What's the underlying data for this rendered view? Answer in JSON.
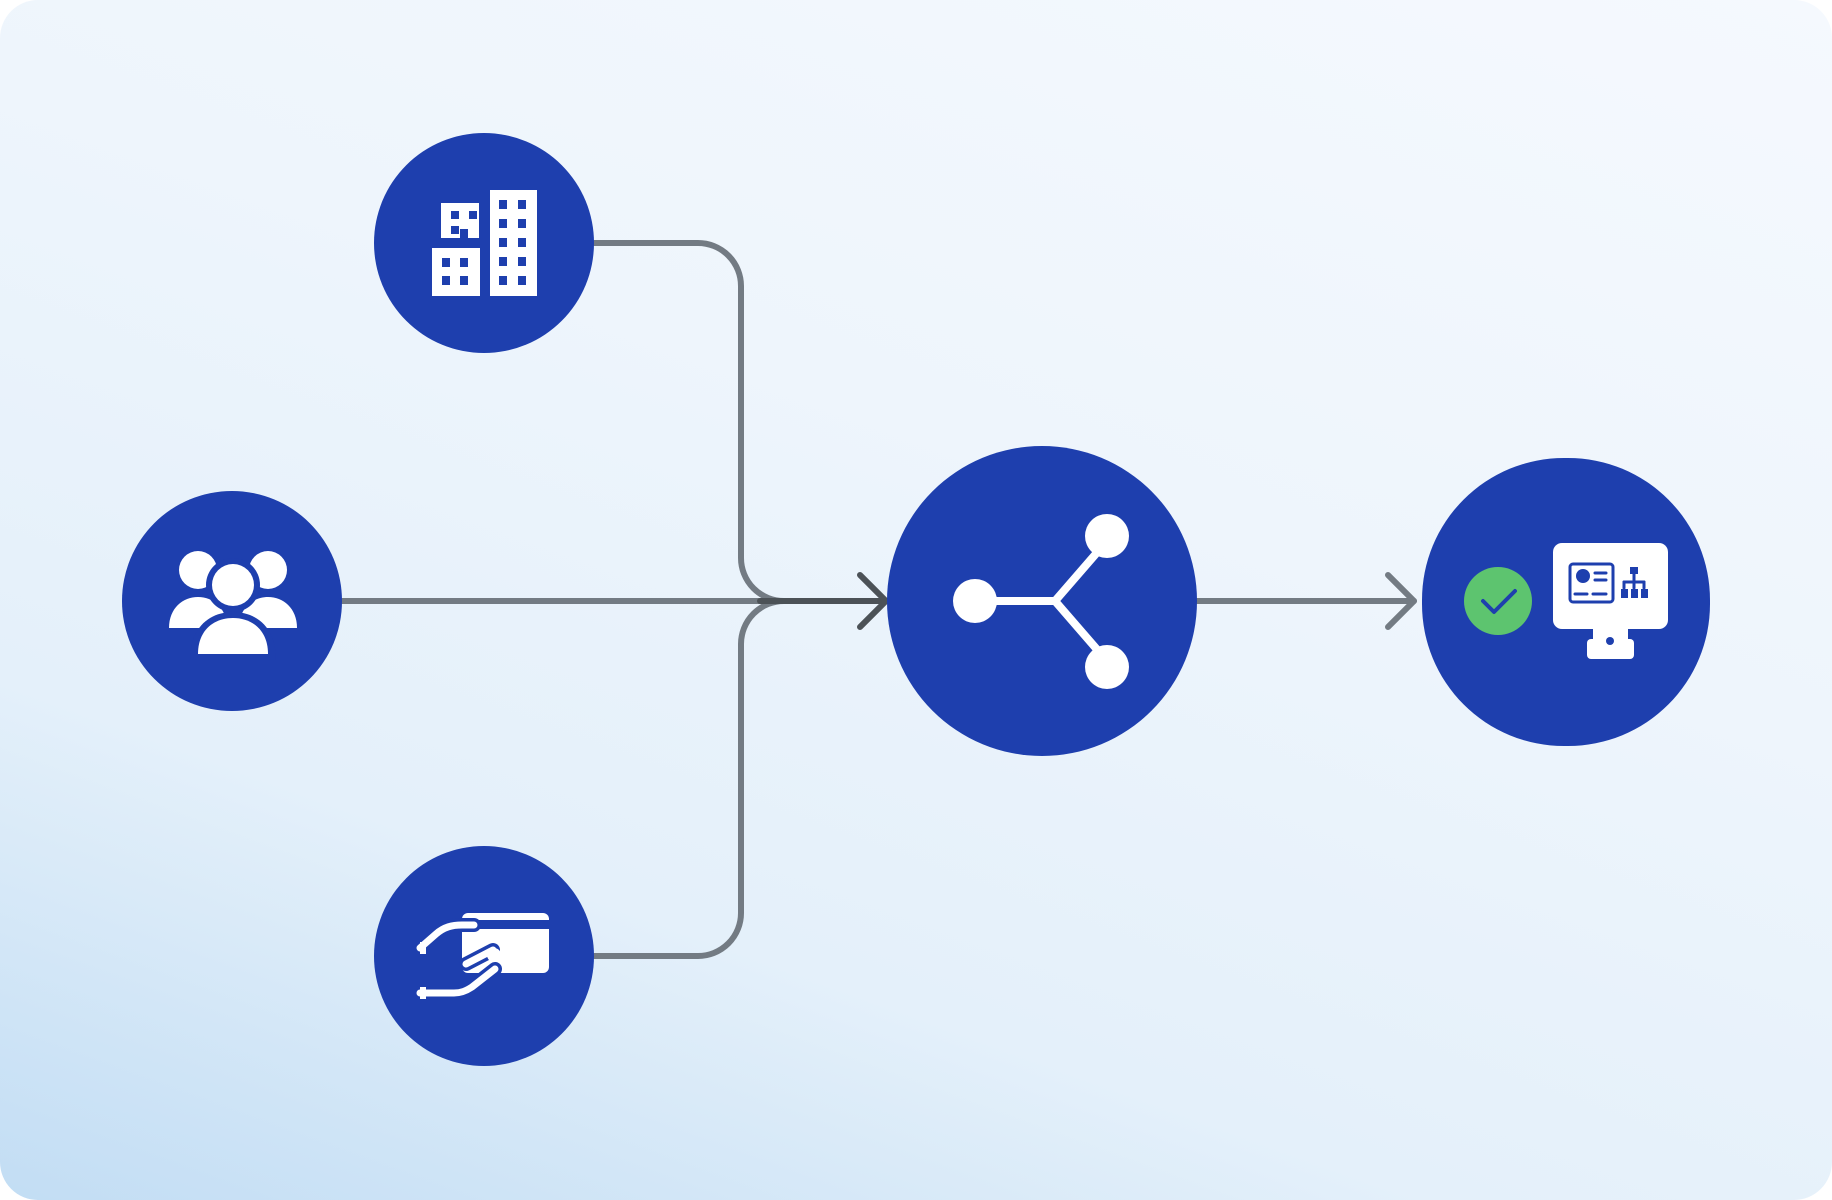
{
  "colors": {
    "node_fill": "#1e3fae",
    "icon_fill": "#ffffff",
    "connector": "#737b83",
    "connector_dark": "#4c5257",
    "check_badge": "#5dc46f",
    "check_mark": "#1e3fae"
  },
  "nodes": [
    {
      "id": "buildings",
      "icon": "office-buildings-icon"
    },
    {
      "id": "people",
      "icon": "people-group-icon"
    },
    {
      "id": "payment",
      "icon": "hand-card-payment-icon"
    },
    {
      "id": "hub",
      "icon": "share-network-icon"
    },
    {
      "id": "output",
      "icon": "check-monitor-dashboard-icon"
    }
  ],
  "edges": [
    {
      "from": "buildings",
      "to": "hub"
    },
    {
      "from": "people",
      "to": "hub"
    },
    {
      "from": "payment",
      "to": "hub"
    },
    {
      "from": "hub",
      "to": "output"
    }
  ]
}
